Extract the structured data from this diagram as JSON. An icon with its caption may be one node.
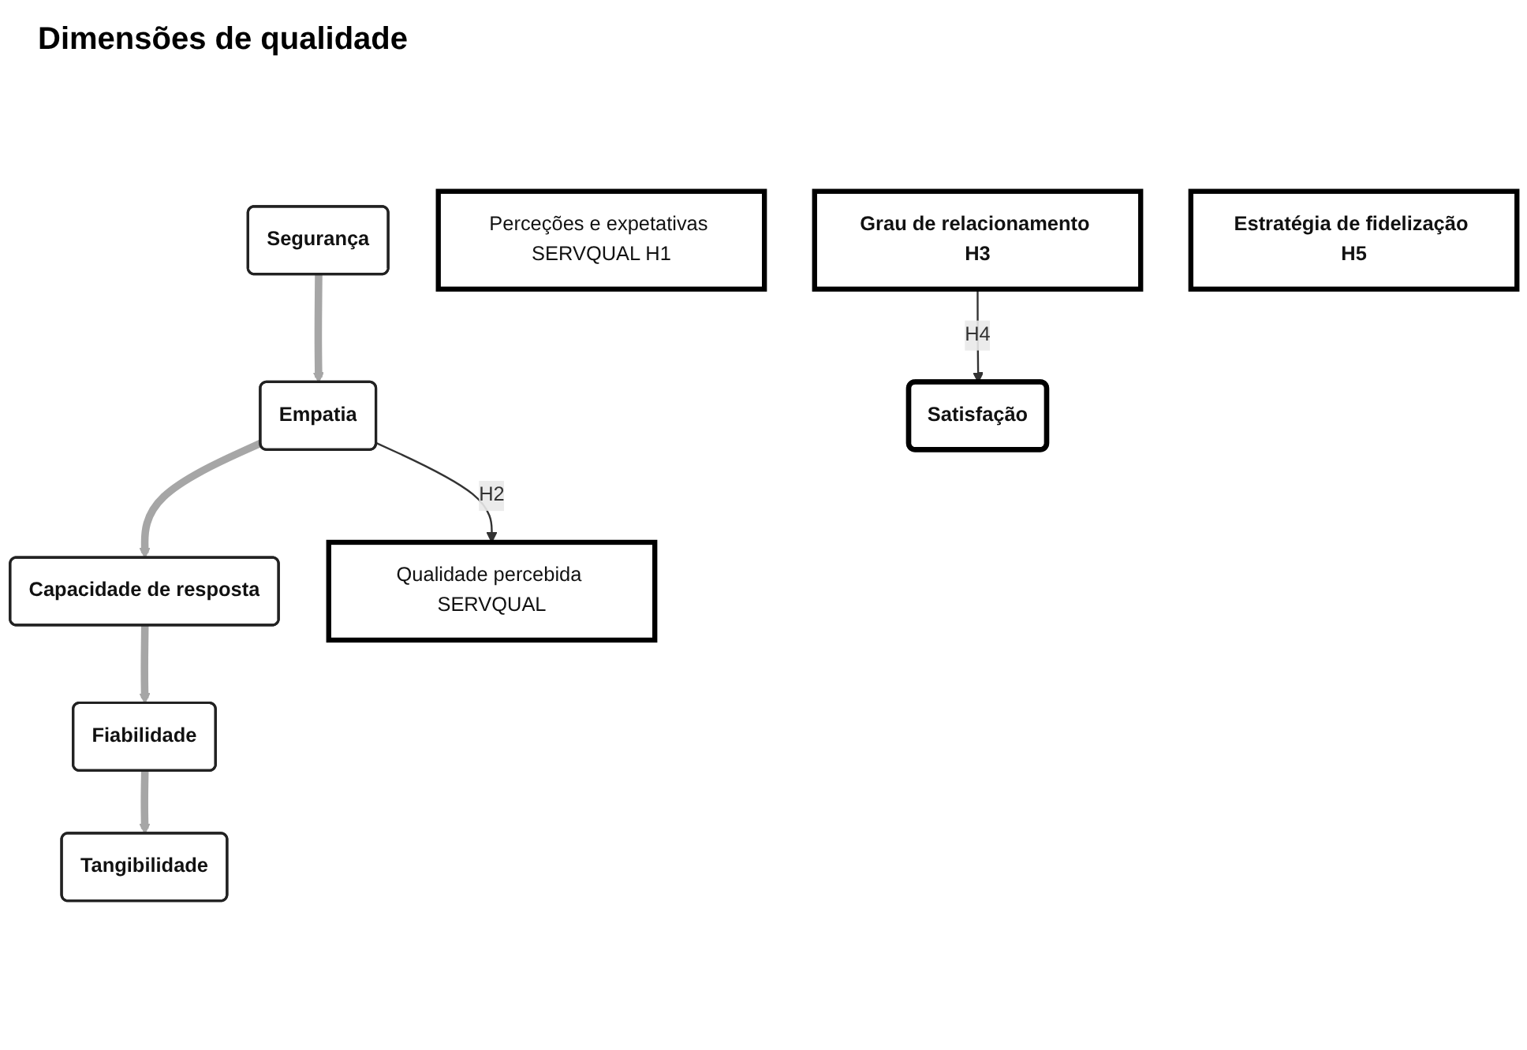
{
  "diagram": {
    "title": "Dimensões de qualidade",
    "nodes": [
      {
        "text": [
          "Segurança"
        ]
      },
      {
        "text": [
          "Empatia"
        ]
      },
      {
        "text": [
          "Capacidade de resposta"
        ]
      },
      {
        "text": [
          "Fiabilidade"
        ]
      },
      {
        "text": [
          "Tangibilidade"
        ]
      },
      {
        "text": [
          "Perceções e expetativas SERVQUAL H1"
        ]
      },
      {
        "text": [
          "Qualidade percebida SERVQUAL"
        ]
      },
      {
        "text": [
          "Satisfação"
        ]
      },
      {
        "text": [
          "Grau de relacionamento H3"
        ]
      },
      {
        "text": [
          "Estratégia de fidelização H5"
        ]
      }
    ],
    "edges": [
      {
        "from": 0,
        "to": 1,
        "arrow": "to"
      },
      {
        "from": 1,
        "to": 2,
        "arrow": "to"
      },
      {
        "from": 2,
        "to": 3,
        "arrow": "to"
      },
      {
        "from": 3,
        "to": 4,
        "arrow": "to"
      },
      {
        "from": 1,
        "to": 6,
        "arrow": "to",
        "label": "H2",
        "color": "#333333"
      },
      {
        "from": 8,
        "to": 7,
        "arrow": "to",
        "label": "H4",
        "color": "#333333"
      }
    ]
  }
}
